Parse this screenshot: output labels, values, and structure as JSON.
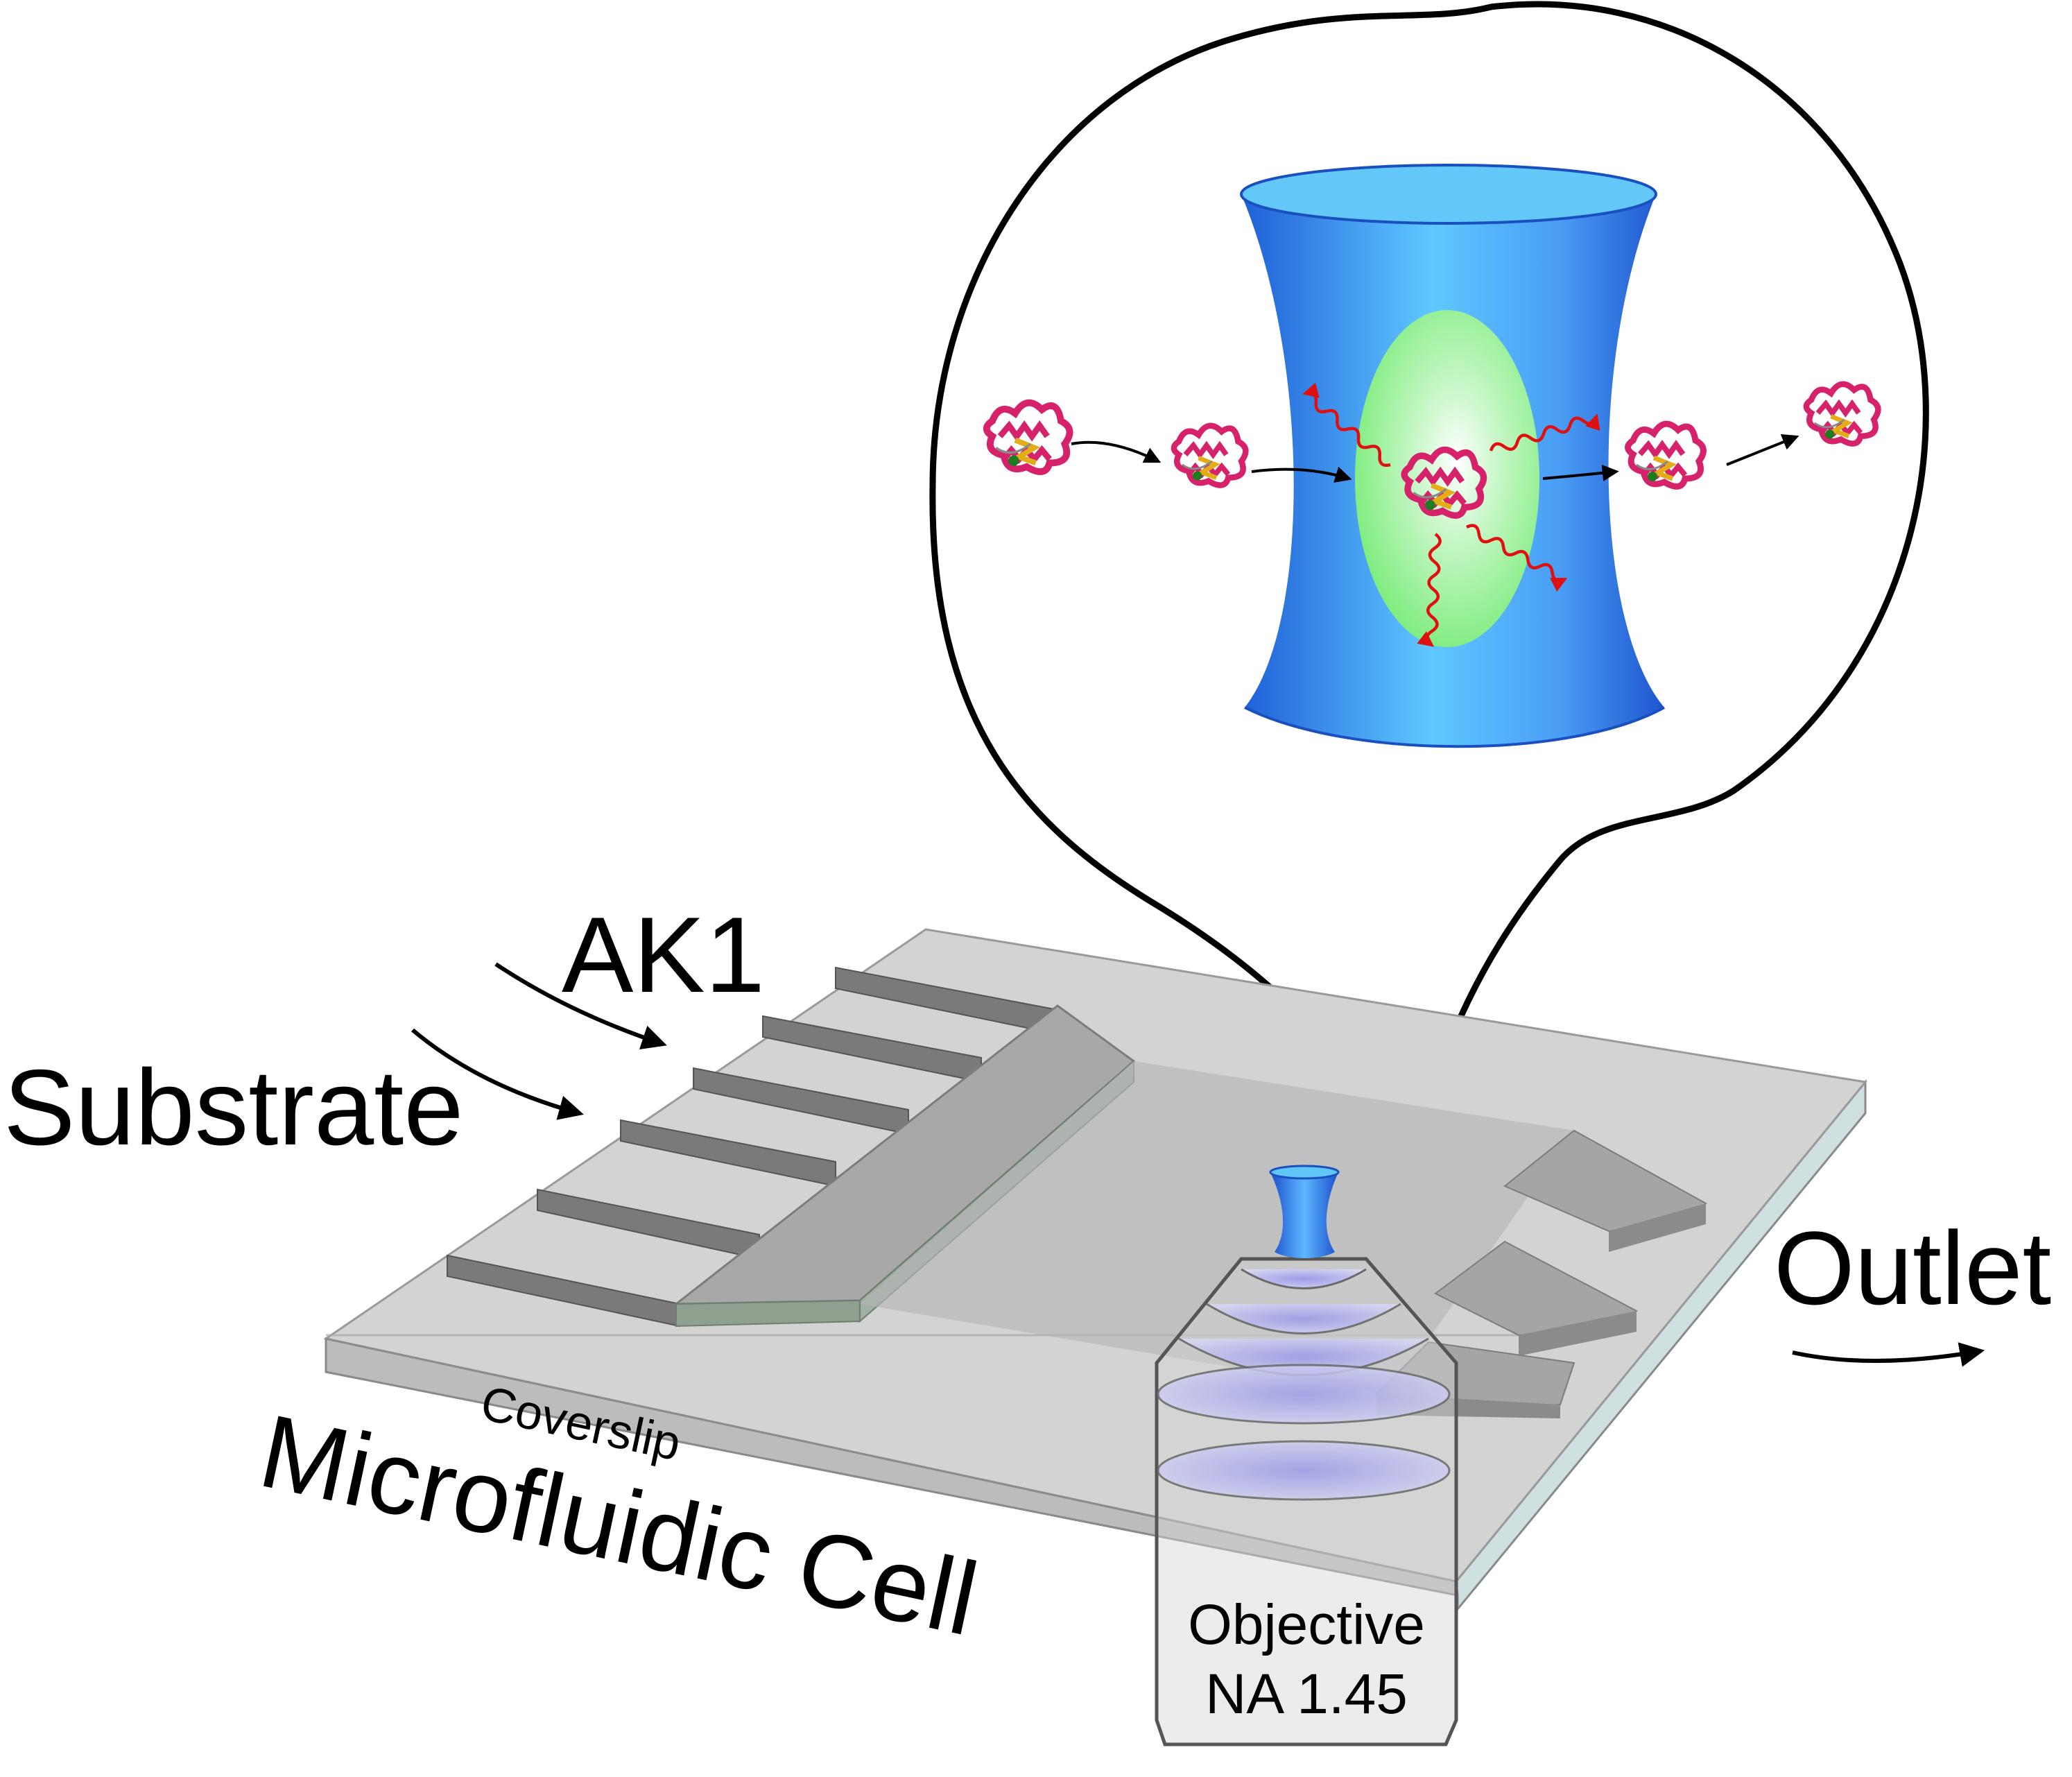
{
  "labels": {
    "ak1": "AK1",
    "substrate": "Substrate",
    "outlet": "Outlet",
    "coverslip": "Coverslip",
    "cell": "Microfluidic Cell",
    "objective": "Objective",
    "na": "NA 1.45"
  },
  "icons": {
    "protein": "protein-ribbon-icon",
    "photon": "emitted-photon-wavy-arrow",
    "flow": "flow-arrow"
  },
  "colors": {
    "focal_volume": "#3d86ee",
    "detection_volume": "#86f086",
    "photon": "#e01010",
    "protein": "#d6226b",
    "protein_core": "#e2ad16",
    "chip_top": "#cfcfcf",
    "channel": "#a9a9a9",
    "outline": "#000000"
  }
}
